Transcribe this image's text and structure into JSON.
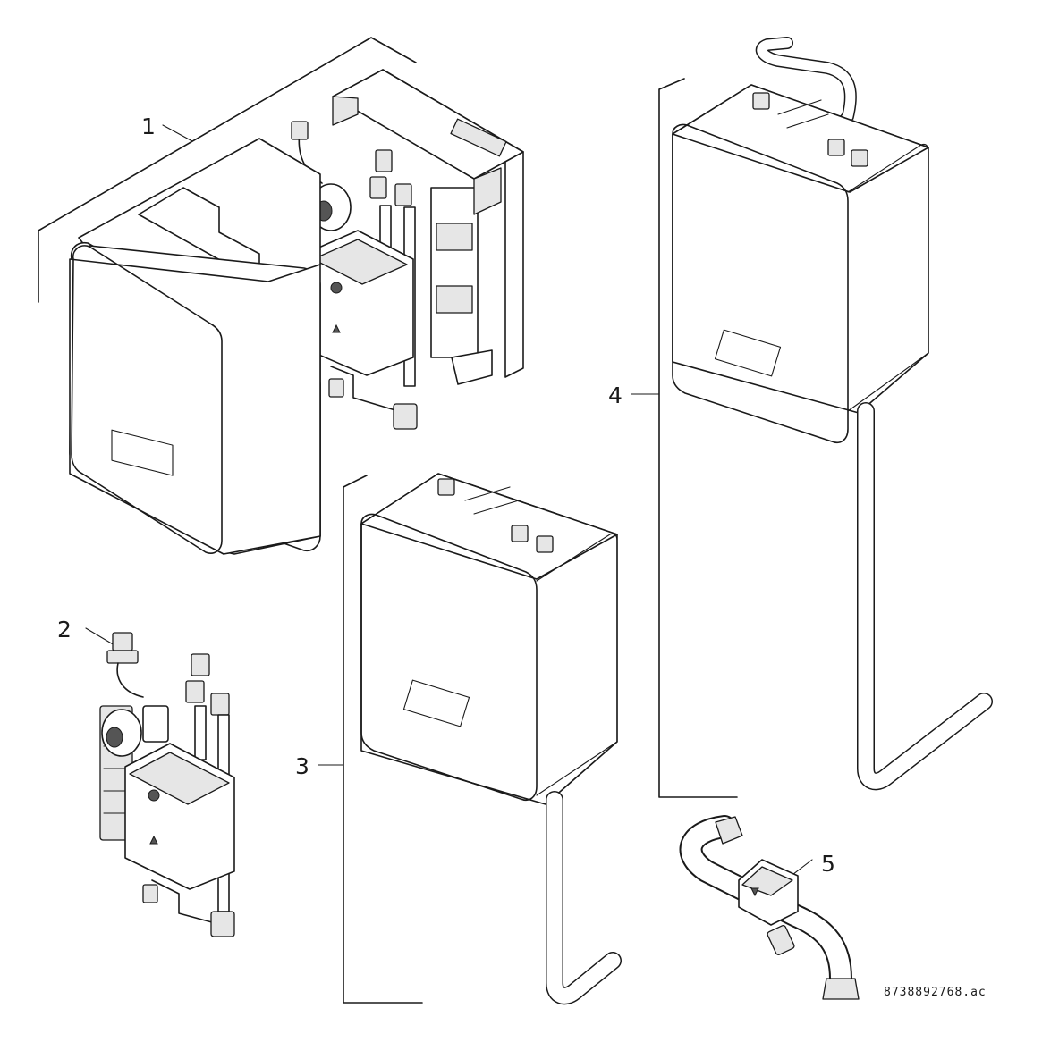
{
  "diagram": {
    "callouts": [
      {
        "id": "1",
        "label": "1"
      },
      {
        "id": "2",
        "label": "2"
      },
      {
        "id": "3",
        "label": "3"
      },
      {
        "id": "4",
        "label": "4"
      },
      {
        "id": "5",
        "label": "5"
      }
    ],
    "drawing_code": "8738892768.ac"
  }
}
